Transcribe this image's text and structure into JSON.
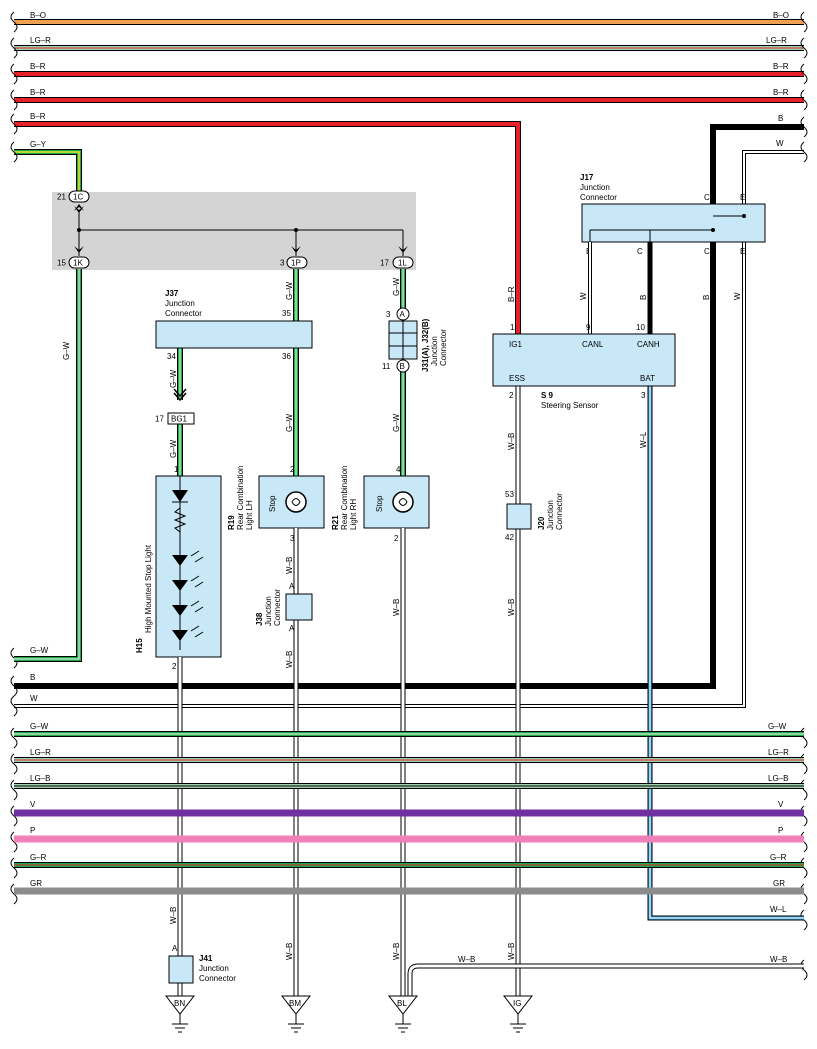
{
  "colors": {
    "B": "#000000",
    "W": "#ffffff",
    "O": "#f0a050",
    "R": "#e8202a",
    "LG": "#9ed0b0",
    "G": "#20a848",
    "Y": "#e8e830",
    "L": "#40a8e0",
    "V": "#7030a0",
    "P": "#f080b8",
    "GR": "#8c8c8c",
    "box": "#c8e8f8",
    "shade": "#d4d4d4"
  },
  "wires": {
    "bo": "B–O",
    "lgr": "LG–R",
    "br": "B–R",
    "gy": "G–Y",
    "b": "B",
    "w": "W",
    "gw": "G–W",
    "lgb": "LG–B",
    "v": "V",
    "p": "P",
    "gr": "G–R",
    "gry": "GR",
    "wl": "W–L",
    "wb": "W–B"
  },
  "connectors": {
    "c1c": "1C",
    "c1k": "1K",
    "c1p": "1P",
    "c1l": "1L",
    "bg1": "BG1",
    "pin21": "21",
    "pin15": "15",
    "pin3": "3",
    "pin17": "17",
    "pin34": "34",
    "pin35": "35",
    "pin36": "36",
    "pin1": "1",
    "pin2": "2",
    "pin4": "4",
    "pin9": "9",
    "pin10": "10",
    "pin11": "11",
    "pin53": "53",
    "pin42": "42",
    "pinA": "A",
    "pinB": "B",
    "pinC": "C",
    "pinE": "E"
  },
  "components": {
    "j37": {
      "id": "J37",
      "name1": "Junction",
      "name2": "Connector"
    },
    "j17": {
      "id": "J17",
      "name1": "Junction",
      "name2": "Connector"
    },
    "j31": {
      "id": "J31(A), J32(B)",
      "name1": "Junction",
      "name2": "Connector"
    },
    "s9": {
      "id": "S 9",
      "name": "Steering Sensor",
      "ig1": "IG1",
      "canl": "CANL",
      "canh": "CANH",
      "ess": "ESS",
      "bat": "BAT"
    },
    "r19": {
      "id": "R19",
      "name1": "Rear Combination",
      "name2": "Light LH",
      "inner": "Stop"
    },
    "r21": {
      "id": "R21",
      "name1": "Rear Combination",
      "name2": "Light RH",
      "inner": "Stop"
    },
    "h15": {
      "id": "H15",
      "name": "High Mounted Stop Light"
    },
    "j38": {
      "id": "J38",
      "name1": "Junction",
      "name2": "Connector"
    },
    "j20": {
      "id": "J20",
      "name1": "Junction",
      "name2": "Connector"
    },
    "j41": {
      "id": "J41",
      "name1": "Junction",
      "name2": "Connector"
    }
  },
  "grounds": {
    "bn": "BN",
    "bm": "BM",
    "bl": "BL",
    "ig": "IG"
  }
}
